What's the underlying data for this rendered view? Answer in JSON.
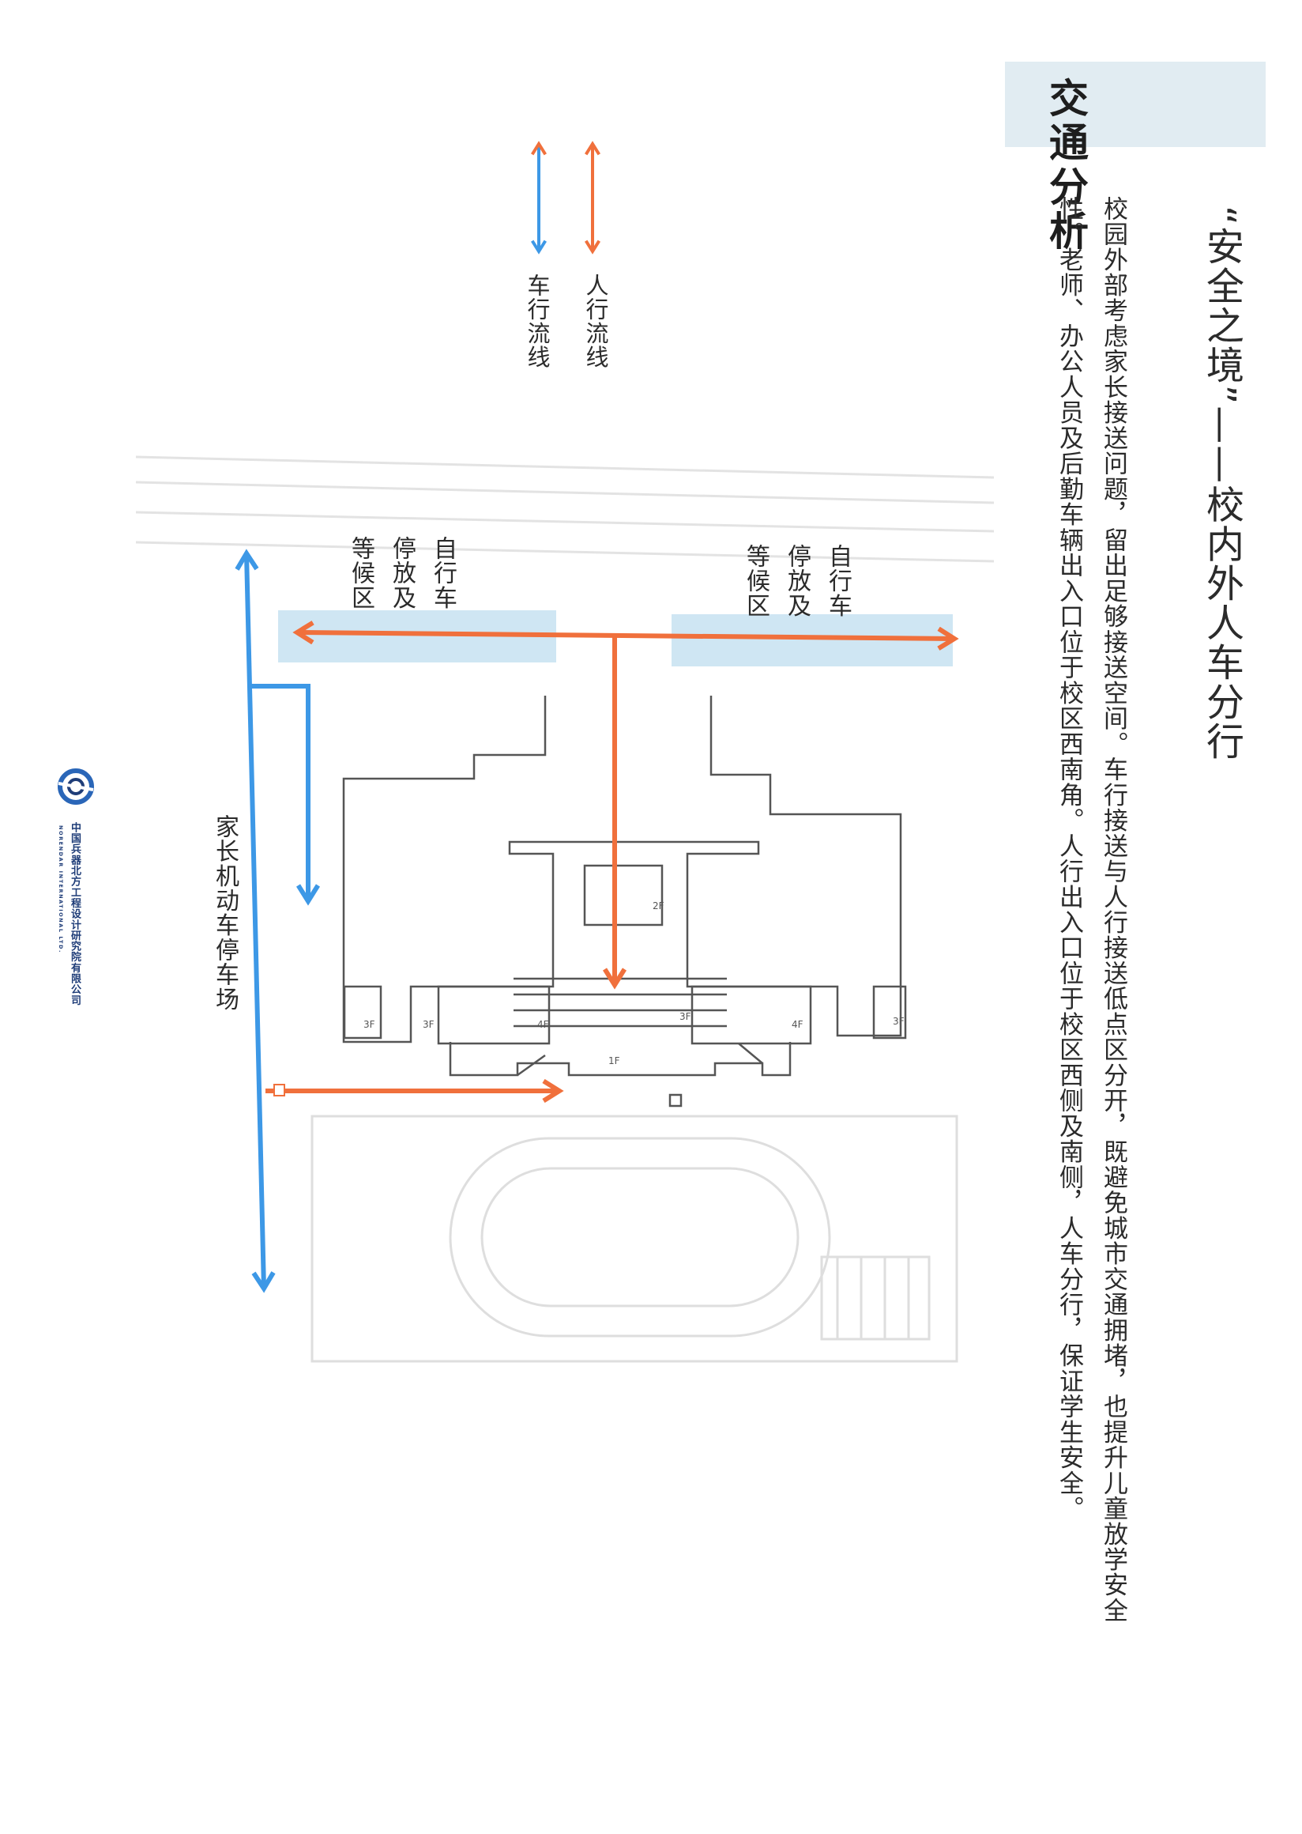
{
  "section_title": "交通分析",
  "heading": "“安全之境”——校内外人车分行",
  "body_text": [
    "校园外部考虑家长接送问题，留出足够接送空间。车行接送与人行接送低点区分开，既避免城市交通拥堵，也提升儿童放学安全",
    "性。老师、办公人员及后勤车辆出入口位于校区西南角。人行出入口位于校区西侧及南侧，人车分行，保证学生安全。"
  ],
  "legend": [
    {
      "label": "人行流线",
      "color": "#f0703c",
      "icon": "double-arrow-icon"
    },
    {
      "label": "车行流线",
      "color": "#3d98e6",
      "icon": "double-arrow-icon"
    }
  ],
  "zones": [
    {
      "lines": [
        "自行车",
        "停放及",
        "等候区"
      ]
    },
    {
      "lines": [
        "自行车",
        "停放及",
        "等候区"
      ]
    }
  ],
  "parking_label": "家长机动车停车场",
  "plan_floor_labels": [
    "3F",
    "4F",
    "3F",
    "2F",
    "1F",
    "4F",
    "3F",
    "3F"
  ],
  "logo": {
    "name": "中国兵器北方工程设计研究院有限公司",
    "sub": "NORENDAR INTERNATIONAL LTD.",
    "icon": "company-logo-icon"
  },
  "colors": {
    "pedestrian": "#f0703c",
    "vehicle": "#3d98e6",
    "zone_fill": "#cfe6f3",
    "plan_line": "#555555",
    "tab": "#e1ecf2"
  }
}
